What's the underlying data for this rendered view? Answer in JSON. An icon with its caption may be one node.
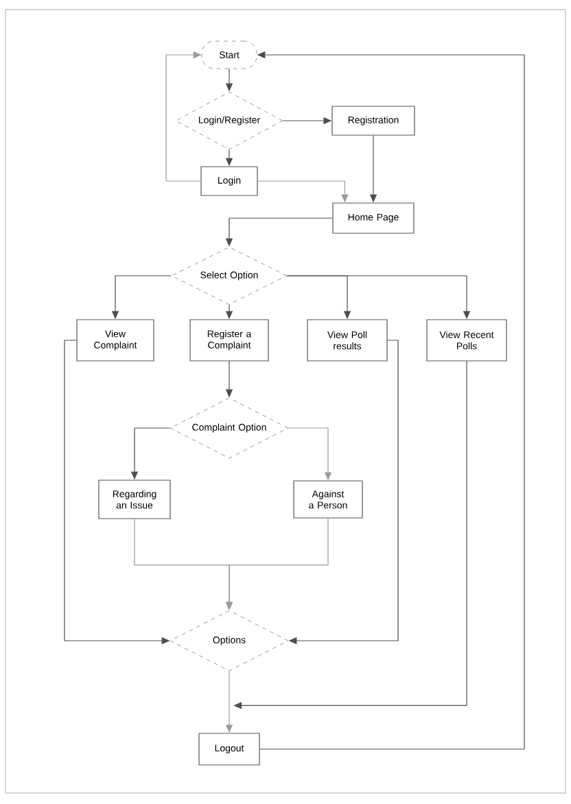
{
  "diagram": {
    "nodes": [
      {
        "text": [
          "Start"
        ]
      },
      {
        "text": [
          "Login/Register"
        ]
      },
      {
        "text": [
          "Registration"
        ]
      },
      {
        "text": [
          "Login"
        ]
      },
      {
        "text": [
          "Home Page"
        ]
      },
      {
        "text": [
          "Select Option"
        ]
      },
      {
        "text": [
          "View Complaint"
        ]
      },
      {
        "text": [
          "Register a Complaint"
        ]
      },
      {
        "text": [
          "View Poll results"
        ]
      },
      {
        "text": [
          "View Recent Polls"
        ]
      },
      {
        "text": [
          "Complaint Option"
        ]
      },
      {
        "text": [
          "Regarding an Issue"
        ]
      },
      {
        "text": [
          "Against a Person"
        ]
      },
      {
        "text": [
          "Options"
        ]
      },
      {
        "text": [
          "Logout"
        ]
      }
    ],
    "edges": [
      {
        "from": 0,
        "to": 1,
        "arrow": "to"
      },
      {
        "from": 1,
        "to": 2,
        "arrow": "to"
      },
      {
        "from": 1,
        "to": 3,
        "arrow": "to"
      },
      {
        "from": 3,
        "to": 0,
        "arrow": "to",
        "color": "#9a9a9a"
      },
      {
        "from": 3,
        "to": 4,
        "arrow": "to",
        "color": "#9a9a9a"
      },
      {
        "from": 2,
        "to": 4,
        "arrow": "to"
      },
      {
        "from": 4,
        "to": 5,
        "arrow": "to"
      },
      {
        "from": 5,
        "to": 6,
        "arrow": "to"
      },
      {
        "from": 5,
        "to": 7,
        "arrow": "to"
      },
      {
        "from": 5,
        "to": 8,
        "arrow": "to"
      },
      {
        "from": 5,
        "to": 9,
        "arrow": "to"
      },
      {
        "from": 7,
        "to": 10,
        "arrow": "to"
      },
      {
        "from": 10,
        "to": 11,
        "arrow": "to"
      },
      {
        "from": 10,
        "to": 12,
        "arrow": "to",
        "color": "#9a9a9a"
      },
      {
        "from": 11,
        "to": 13,
        "arrow": "to",
        "color": "#9a9a9a"
      },
      {
        "from": 12,
        "to": 13,
        "arrow": "to",
        "color": "#9a9a9a"
      },
      {
        "from": 6,
        "to": 13,
        "arrow": "to"
      },
      {
        "from": 8,
        "to": 13,
        "arrow": "to"
      },
      {
        "from": 13,
        "to": 14,
        "arrow": "to",
        "color": "#9a9a9a"
      },
      {
        "from": 9,
        "to": 14,
        "arrow": "to"
      },
      {
        "from": 14,
        "to": 0,
        "arrow": "to"
      }
    ]
  }
}
